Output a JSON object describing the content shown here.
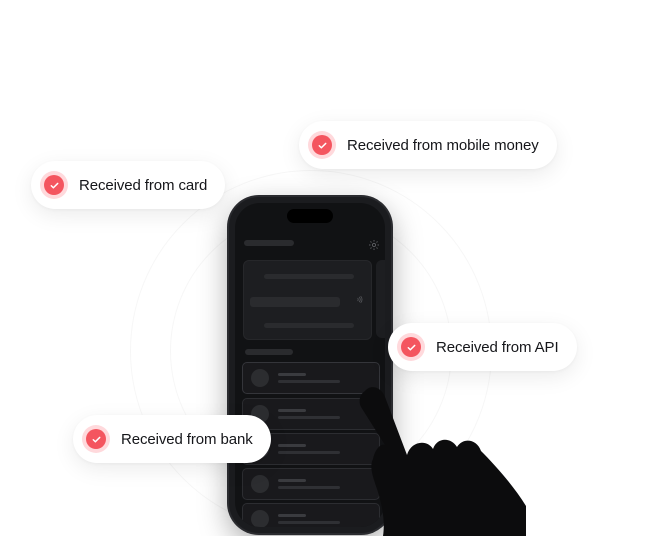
{
  "notifications": {
    "card": "Received from card",
    "mobile_money": "Received from mobile money",
    "api": "Received from API",
    "bank": "Received from bank"
  },
  "icons": {
    "status": "check-circle-icon",
    "settings": "gear-icon",
    "contactless": "contactless-icon"
  },
  "colors": {
    "accent": "#f4555f",
    "accent_soft": "#ffd9dc",
    "phone_body": "#1b1c1f",
    "screen": "#111214",
    "text": "#15161a"
  }
}
